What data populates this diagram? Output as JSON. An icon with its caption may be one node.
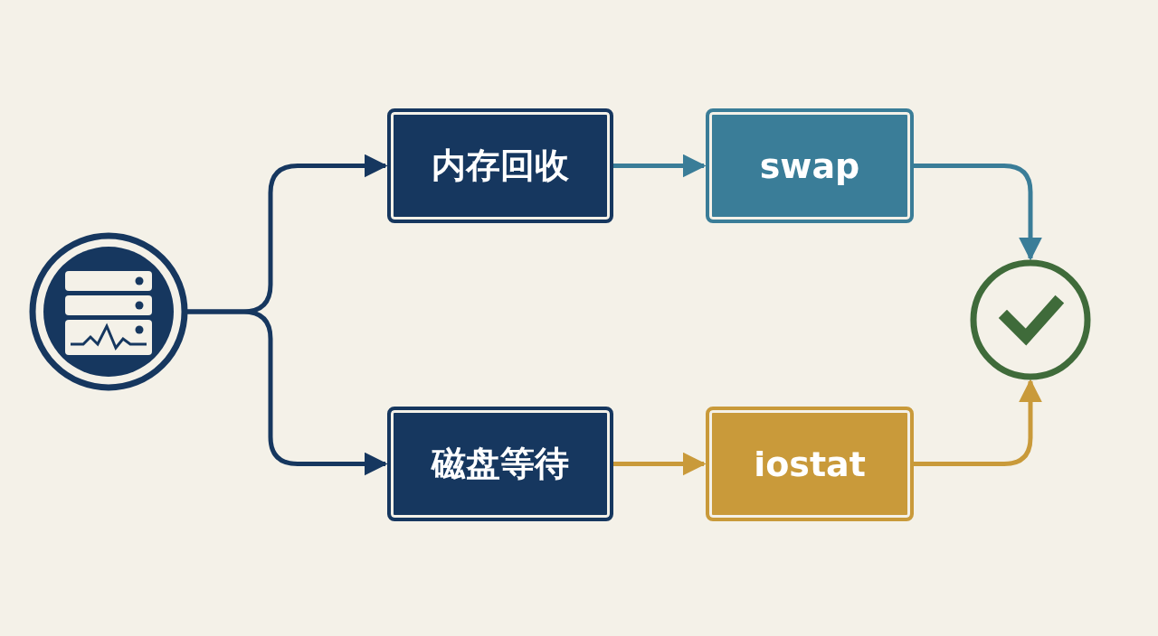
{
  "diagram": {
    "nodes": [
      {
        "text": [],
        "shape": "circle"
      },
      {
        "text": [
          "内存回收"
        ]
      },
      {
        "text": [
          "swap"
        ]
      },
      {
        "text": [
          "磁盘等待"
        ]
      },
      {
        "text": [
          "iostat"
        ]
      },
      {
        "text": [],
        "shape": "circle"
      }
    ],
    "edges": [
      {
        "from": 0,
        "to": 1,
        "arrow": "to",
        "color": "#16375f"
      },
      {
        "from": 0,
        "to": 3,
        "arrow": "to",
        "color": "#16375f"
      },
      {
        "from": 1,
        "to": 2,
        "arrow": "to",
        "color": "#3a7d98"
      },
      {
        "from": 3,
        "to": 4,
        "arrow": "to",
        "color": "#c99a3a"
      },
      {
        "from": 2,
        "to": 5,
        "arrow": "to",
        "color": "#3a7d98"
      },
      {
        "from": 4,
        "to": 5,
        "arrow": "to",
        "color": "#c99a3a"
      }
    ]
  }
}
